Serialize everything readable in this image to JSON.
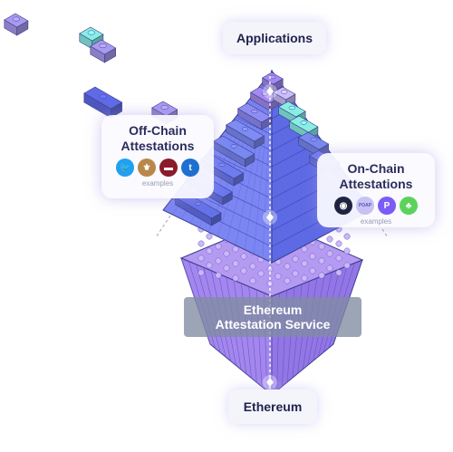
{
  "labels": {
    "applications": "Applications",
    "ethereum": "Ethereum",
    "eas_line1": "Ethereum",
    "eas_line2": "Attestation Service"
  },
  "offchain": {
    "title_line1": "Off-Chain",
    "title_line2": "Attestations",
    "examples": "examples",
    "logos": [
      {
        "icon": "twitter-bird-icon",
        "color": "#1da1f2",
        "glyph": "🐦"
      },
      {
        "icon": "government-seal-icon",
        "color": "#b8874a",
        "glyph": "⚜"
      },
      {
        "icon": "red-badge-icon",
        "color": "#8b1a2b",
        "glyph": "▬"
      },
      {
        "icon": "tumblr-icon",
        "color": "#1f6fd1",
        "glyph": "t"
      }
    ]
  },
  "onchain": {
    "title_line1": "On-Chain",
    "title_line2": "Attestations",
    "examples": "examples",
    "logos": [
      {
        "icon": "dark-circle-logo-icon",
        "color": "#1f2340",
        "glyph": "◉"
      },
      {
        "icon": "poap-icon",
        "color": "#c7c2f2",
        "glyph": "POAP"
      },
      {
        "icon": "colorful-p-logo-icon",
        "color": "#7b5cf6",
        "glyph": "P"
      },
      {
        "icon": "green-tree-icon",
        "color": "#5bd35b",
        "glyph": "♣"
      }
    ]
  },
  "colors": {
    "brick_violet": "#a48af0",
    "brick_blue": "#6e7cf0",
    "brick_light": "#cbbdf8",
    "brick_teal": "#88eee4",
    "text_dark": "#20234d",
    "bar_gray": "#808ca2"
  }
}
